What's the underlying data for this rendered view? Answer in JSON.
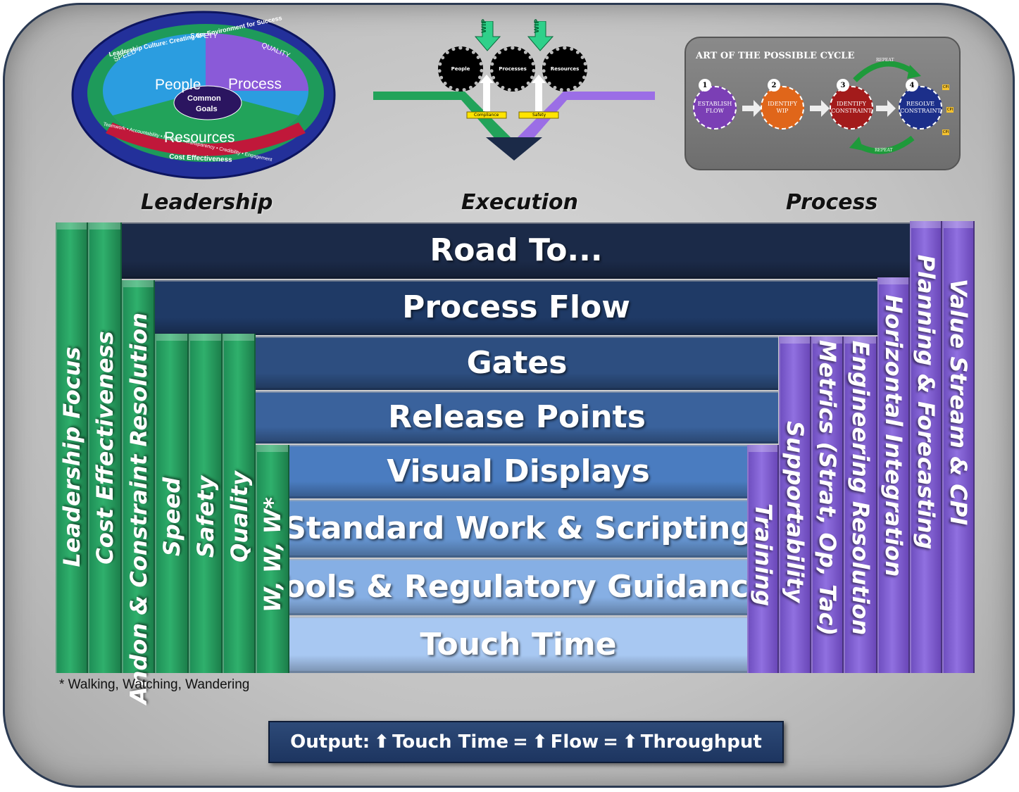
{
  "headings": {
    "leadership": "Leadership",
    "execution": "Execution",
    "process": "Process"
  },
  "leadership_wheel": {
    "arc_text": "Leadership Culture: Creating the Environment for Success",
    "ring": [
      "SPEED",
      "SAFETY",
      "QUALITY"
    ],
    "quadrants": {
      "people": "People",
      "process": "Process",
      "resources": "Resources"
    },
    "center": [
      "Common",
      "Goals"
    ],
    "cost": "Cost Effectiveness",
    "values": "Teamwork • Accountability • Respect • Transparency • Credibility • Engagement"
  },
  "execution_graphic": {
    "wip": [
      "WIP",
      "WIP"
    ],
    "gears": [
      "People",
      "Processes",
      "Resources"
    ],
    "tags": [
      "Compliance",
      "Safety"
    ]
  },
  "apc": {
    "title": "ART OF THE POSSIBLE CYCLE",
    "repeat_top": "REPEAT",
    "repeat_bottom": "REPEAT",
    "steps": [
      {
        "num": "1",
        "label": "ESTABLISH FLOW",
        "color": "#7b3fb5"
      },
      {
        "num": "2",
        "label": "IDENTIFY WIP",
        "color": "#e0661a"
      },
      {
        "num": "3",
        "label": "IDENTIFY CONSTRAINT",
        "color": "#a31b1b"
      },
      {
        "num": "4",
        "label": "RESOLVE CONSTRAINT",
        "color": "#1c2f8a"
      }
    ],
    "cpi": [
      "CPI",
      "CPI",
      "CPI"
    ]
  },
  "bars": [
    {
      "label": "Road To...",
      "color": "#1b2a48"
    },
    {
      "label": "Process Flow",
      "color": "#1f3a66"
    },
    {
      "label": "Gates",
      "color": "#2d4e80"
    },
    {
      "label": "Release Points",
      "color": "#3a629c"
    },
    {
      "label": "Visual Displays",
      "color": "#4a7cc0"
    },
    {
      "label": "Standard Work & Scripting",
      "color": "#6594d0"
    },
    {
      "label": "Tools & Regulatory Guidance",
      "color": "#86afe4"
    },
    {
      "label": "Touch Time",
      "color": "#a8c8f2"
    }
  ],
  "green_pillars": [
    "Leadership Focus",
    "Cost Effectiveness",
    "Andon & Constraint Resolution",
    "Speed",
    "Safety",
    "Quality",
    "W, W, W*"
  ],
  "purple_pillars": [
    "Training",
    "Supportability",
    "Metrics (Strat, Op, Tac)",
    "Engineering Resolution",
    "Horizontal Integration",
    "Planning & Forecasting",
    "Value Stream & CPI"
  ],
  "footnote": "* Walking, Watching, Wandering",
  "output": {
    "prefix": "Output:",
    "a": "Touch Time",
    "b": "Flow",
    "c": "Throughput",
    "eq": "=",
    "arrow": "⬆"
  }
}
